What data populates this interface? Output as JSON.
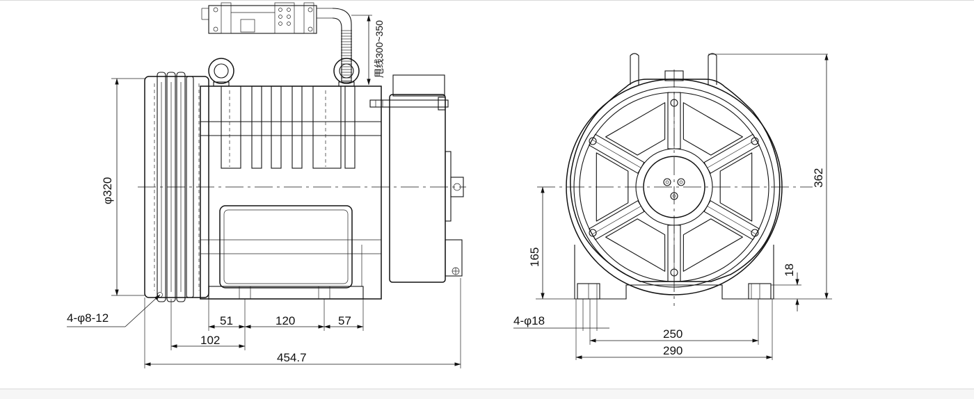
{
  "front_view": {
    "dim_diameter": "φ320",
    "dim_holes": "4-φ8-12",
    "dim_51": "51",
    "dim_120": "120",
    "dim_57": "57",
    "dim_102": "102",
    "dim_total_length": "454.7",
    "cable_length_note": "甩线300~350"
  },
  "side_view": {
    "dim_holes": "4-φ18",
    "dim_height": "362",
    "dim_center_height": "165",
    "dim_base_thickness": "18",
    "dim_250": "250",
    "dim_290": "290"
  }
}
